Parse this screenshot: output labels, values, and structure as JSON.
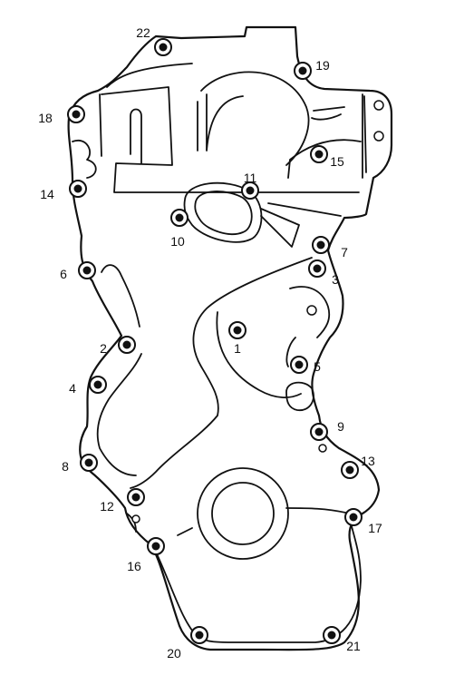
{
  "bolts": [
    {
      "id": "1",
      "label": "1"
    },
    {
      "id": "2",
      "label": "2"
    },
    {
      "id": "3",
      "label": "3"
    },
    {
      "id": "4",
      "label": "4"
    },
    {
      "id": "5",
      "label": "5"
    },
    {
      "id": "6",
      "label": "6"
    },
    {
      "id": "7",
      "label": "7"
    },
    {
      "id": "8",
      "label": "8"
    },
    {
      "id": "9",
      "label": "9"
    },
    {
      "id": "10",
      "label": "10"
    },
    {
      "id": "11",
      "label": "11"
    },
    {
      "id": "12",
      "label": "12"
    },
    {
      "id": "13",
      "label": "13"
    },
    {
      "id": "14",
      "label": "14"
    },
    {
      "id": "15",
      "label": "15"
    },
    {
      "id": "16",
      "label": "16"
    },
    {
      "id": "17",
      "label": "17"
    },
    {
      "id": "18",
      "label": "18"
    },
    {
      "id": "19",
      "label": "19"
    },
    {
      "id": "20",
      "label": "20"
    },
    {
      "id": "21",
      "label": "21"
    },
    {
      "id": "22",
      "label": "22"
    }
  ],
  "colors": {
    "line": "#111111",
    "background": "#ffffff"
  }
}
